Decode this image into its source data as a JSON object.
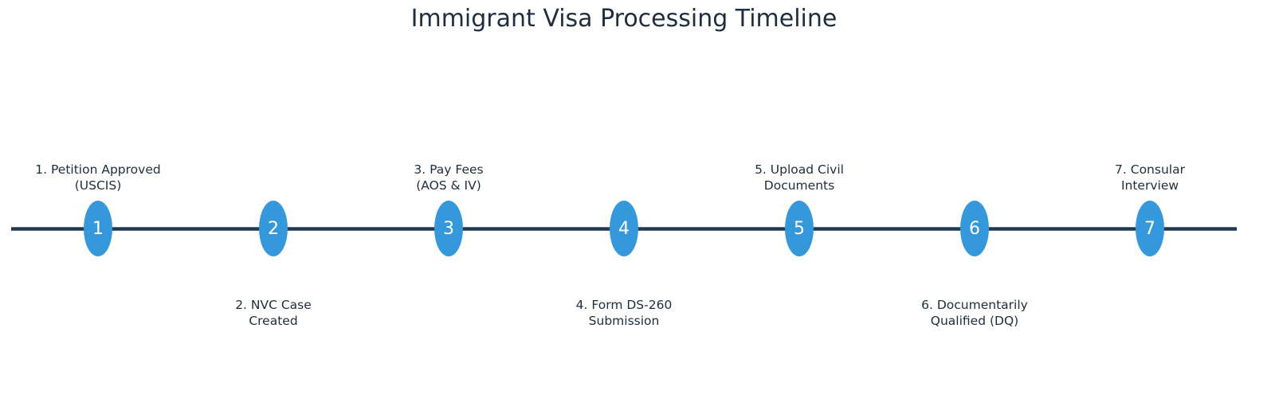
{
  "title": "Immigrant Visa Processing Timeline",
  "colors": {
    "node": "#3498db",
    "line": "#22384f",
    "text": "#1f2d3d"
  },
  "steps": [
    {
      "number": "1",
      "label_line1": "1. Petition Approved",
      "label_line2": "(USCIS)",
      "position": "above"
    },
    {
      "number": "2",
      "label_line1": "2. NVC Case",
      "label_line2": "Created",
      "position": "below"
    },
    {
      "number": "3",
      "label_line1": "3. Pay Fees",
      "label_line2": "(AOS & IV)",
      "position": "above"
    },
    {
      "number": "4",
      "label_line1": "4. Form DS-260",
      "label_line2": "Submission",
      "position": "below"
    },
    {
      "number": "5",
      "label_line1": "5. Upload Civil",
      "label_line2": "Documents",
      "position": "above"
    },
    {
      "number": "6",
      "label_line1": "6. Documentarily",
      "label_line2": "Qualified (DQ)",
      "position": "below"
    },
    {
      "number": "7",
      "label_line1": "7. Consular",
      "label_line2": "Interview",
      "position": "above"
    }
  ]
}
